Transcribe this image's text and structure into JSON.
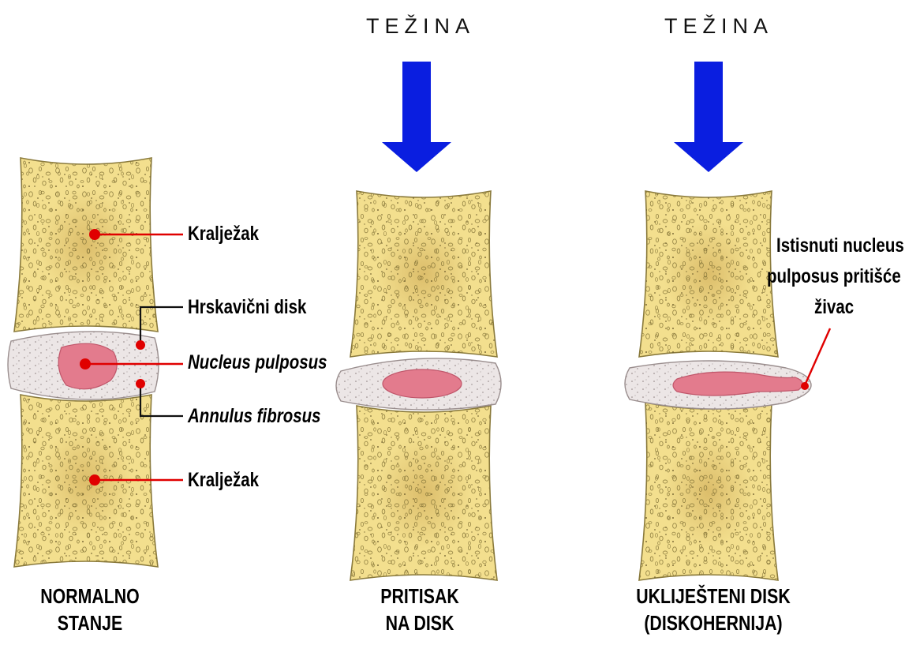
{
  "weight_labels": [
    "TEŽINA",
    "TEŽINA"
  ],
  "labels": {
    "vertebra_top": "Kralježak",
    "cartilage_disc": "Hrskavični disk",
    "nucleus": "Nucleus pulposus",
    "annulus": "Annulus fibrosus",
    "vertebra_bottom": "Kralježak",
    "herniation_line1": "Istisnuti nucleus",
    "herniation_line2": "pulposus pritišće",
    "herniation_line3": "živac"
  },
  "captions": {
    "normal_line1": "NORMALNO",
    "normal_line2": "STANJE",
    "pressure_line1": "PRITISAK",
    "pressure_line2": "NA DISK",
    "hernia_line1": "UKLIJEŠTENI DISK",
    "hernia_line2": "(DISKOHERNIJA)"
  },
  "colors": {
    "bone": "#f3df8e",
    "bone_edge": "#8a7a3c",
    "disc": "#ece6e6",
    "nucleus": "#e37b8d",
    "arrow": "#0a1ee0",
    "pointer": "#e00000"
  }
}
